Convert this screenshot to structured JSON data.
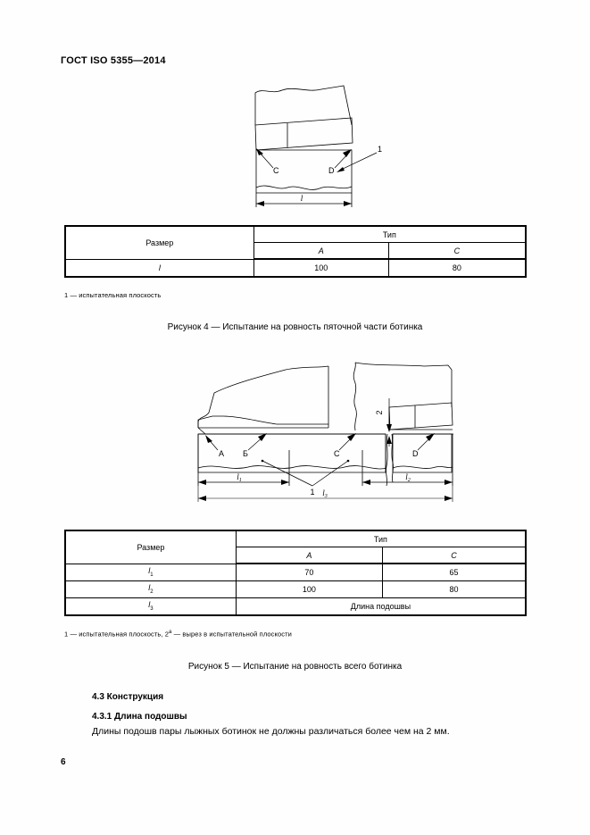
{
  "document": {
    "header": "ГОСТ ISO 5355—2014",
    "page_number": "6"
  },
  "figure4": {
    "name": "Рисунок 4",
    "labels": {
      "c": "C",
      "d": "D",
      "callout": "1",
      "dimension": "l"
    },
    "note": "1 — испытательная плоскость",
    "caption": "Рисунок 4 — Испытание на ровность пяточной части ботинка"
  },
  "figure5": {
    "name": "Рисунок 5",
    "labels": {
      "a": "A",
      "b": "Б",
      "c": "C",
      "d": "D",
      "callout": "1",
      "gap": "2",
      "dim1": "l",
      "dim1_sub": "1",
      "dim2": "l",
      "dim2_sub": "2",
      "dim3": "l",
      "dim3_sub": "3"
    },
    "note": "1 — испытательная плоскость, 2",
    "note_sup": "a",
    "note_tail": " — вырез в испытательной плоскости",
    "caption": "Рисунок 5 — Испытание на ровность всего ботинка"
  },
  "table1": {
    "header_size": "Размер",
    "header_type": "Тип",
    "type_a": "A",
    "type_c": "C",
    "rows": [
      {
        "size": "l",
        "sub": "",
        "a": "100",
        "c": "80"
      }
    ]
  },
  "table2": {
    "header_size": "Размер",
    "header_type": "Тип",
    "type_a": "A",
    "type_c": "C",
    "rows": [
      {
        "size": "l",
        "sub": "1",
        "a": "70",
        "c": "65"
      },
      {
        "size": "l",
        "sub": "2",
        "a": "100",
        "c": "80"
      }
    ],
    "span_row": {
      "size": "l",
      "sub": "3",
      "value": "Длина подошвы"
    }
  },
  "section": {
    "heading": "4.3 Конструкция",
    "subheading": "4.3.1 Длина подошвы",
    "body": "Длины подошв пары лыжных ботинок не должны различаться более чем на 2 мм."
  }
}
